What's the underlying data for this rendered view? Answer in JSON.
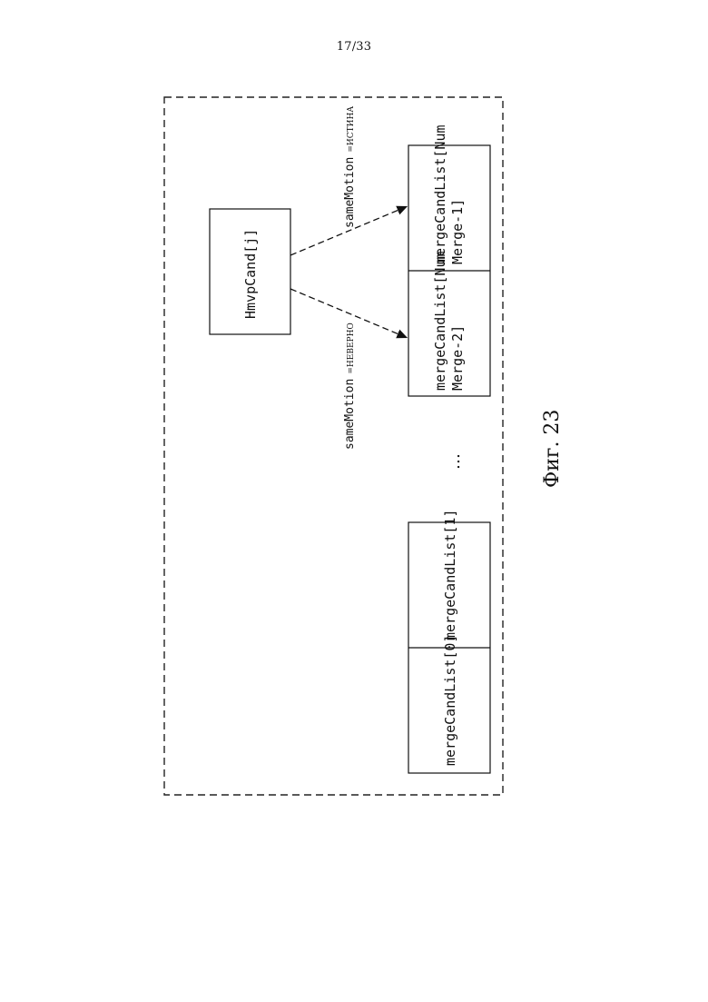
{
  "page": {
    "number": "17/33",
    "figure_caption": "Фиг. 23"
  },
  "diagram": {
    "source_node": "HmvpCand[j]",
    "candidate_lists": [
      {
        "cells": [
          "mergeCandList[0]",
          "mergeCandList[1]"
        ]
      },
      {
        "cells": [
          {
            "line1": "mergeCandList[Num",
            "line2": "Merge-2]"
          },
          {
            "line1": "mergeCandList[Num",
            "line2": "Merge-1]"
          }
        ]
      }
    ],
    "ellipsis": "…",
    "edges": [
      {
        "label": "sameMotion",
        "value": "=НЕВЕРНО",
        "target": "mergeCandList[NumMerge-2]"
      },
      {
        "label": "sameMotion",
        "value": "=ИСТИНА",
        "target": "mergeCandList[NumMerge-1]"
      }
    ]
  }
}
